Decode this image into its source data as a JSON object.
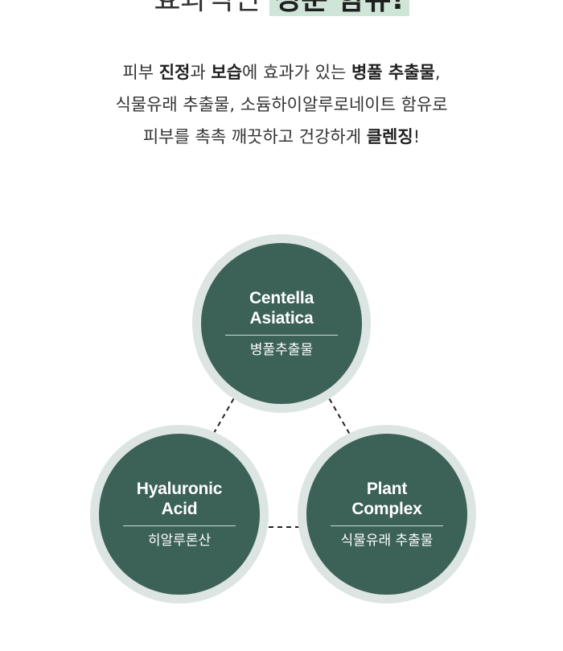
{
  "headline": {
    "prefix": "효과적인 ",
    "highlight": "성분 함유!"
  },
  "description": {
    "line1": [
      {
        "text": "피부 ",
        "bold": false
      },
      {
        "text": "진정",
        "bold": true
      },
      {
        "text": "과 ",
        "bold": false
      },
      {
        "text": "보습",
        "bold": true
      },
      {
        "text": "에 효과가 있는 ",
        "bold": false
      },
      {
        "text": "병풀 추출물",
        "bold": true
      },
      {
        "text": ",",
        "bold": false
      }
    ],
    "line2": [
      {
        "text": "식물유래 추출물, 소듐하이알루로네이트 함유로",
        "bold": false
      }
    ],
    "line3": [
      {
        "text": "피부를 촉촉 깨끗하고 건강하게 ",
        "bold": false
      },
      {
        "text": "클렌징",
        "bold": true
      },
      {
        "text": "!",
        "bold": false
      }
    ]
  },
  "ingredients": [
    {
      "en_line1": "Centella",
      "en_line2": "Asiatica",
      "ko": "병풀추출물"
    },
    {
      "en_line1": "Hyaluronic",
      "en_line2": "Acid",
      "ko": "히알루론산"
    },
    {
      "en_line1": "Plant",
      "en_line2": "Complex",
      "ko": "식물유래 추출물"
    }
  ],
  "colors": {
    "circle_fill": "#3c6157",
    "circle_ring": "#dde5e3",
    "highlight": "#cfe5d8",
    "connector": "#222222"
  }
}
